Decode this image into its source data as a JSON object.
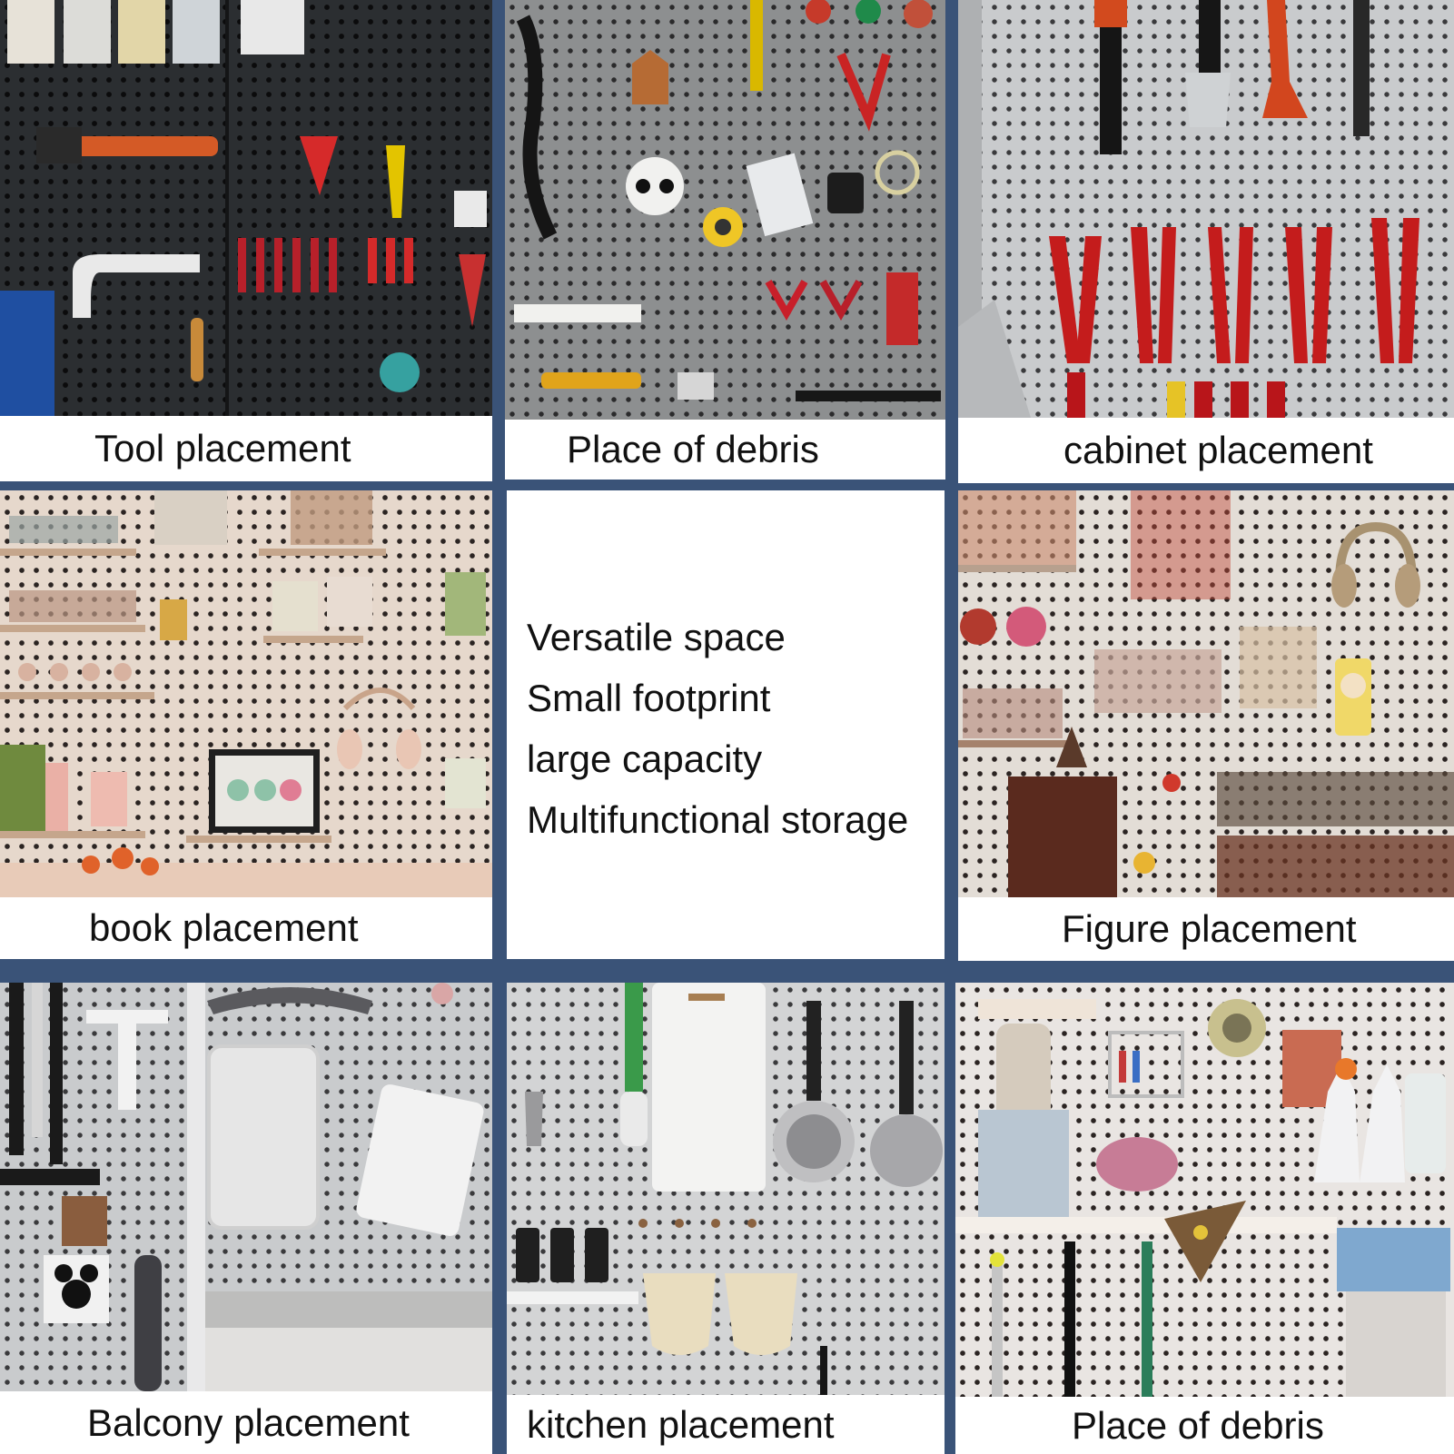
{
  "panels": [
    {
      "caption": "Tool placement"
    },
    {
      "caption": "Place of debris"
    },
    {
      "caption": "cabinet placement"
    },
    {
      "caption": "book placement"
    },
    {
      "caption": "Figure placement"
    },
    {
      "caption": "Balcony placement"
    },
    {
      "caption": "kitchen placement"
    },
    {
      "caption": "Place of debris"
    }
  ],
  "features": [
    "Versatile space",
    "Small footprint",
    "large capacity",
    "Multifunctional storage"
  ],
  "colors": {
    "frame": "#3a5378",
    "caption_bg": "#ffffff",
    "caption_text": "#111111"
  }
}
